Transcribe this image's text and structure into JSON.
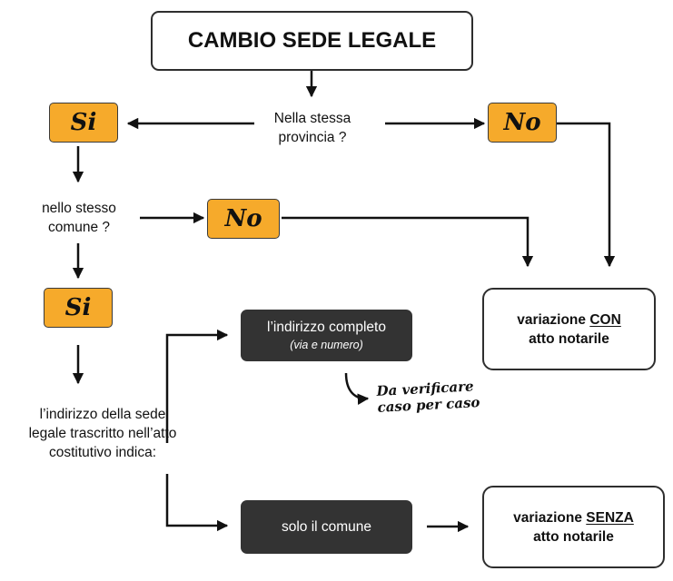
{
  "title": "CAMBIO SEDE LEGALE",
  "question_province": "Nella stessa\nprovincia ?",
  "question_comune": "nello stesso\ncomune ?",
  "yes_label": "Si",
  "no_label": "No",
  "address_question": "l’indirizzo della sede\nlegale trascritto nell’atto\ncostitutivo indica:",
  "option_full_address": {
    "label": "l’indirizzo completo",
    "sublabel": "(via e numero)"
  },
  "option_only_comune": {
    "label": "solo il comune"
  },
  "note": "Da verificare\ncaso per caso",
  "result_with_notary": {
    "prefix": "variazione ",
    "emphasis": "CON",
    "suffix": "atto notarile"
  },
  "result_without_notary": {
    "prefix": "variazione ",
    "emphasis": "SENZA",
    "suffix": "atto notarile"
  },
  "colors": {
    "tag_fill": "#f6aa2b",
    "dark_box_fill": "#333333",
    "line": "#111111"
  }
}
